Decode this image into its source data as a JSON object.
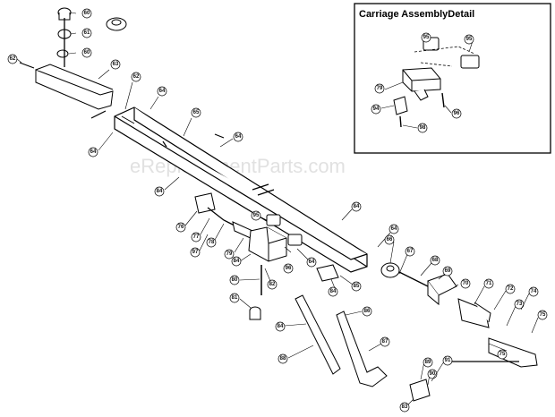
{
  "detail_box": {
    "title": "Carriage AssemblyDetail"
  },
  "watermark": "eReplacementParts.com",
  "callouts": [
    "60",
    "61",
    "60",
    "62",
    "63",
    "62",
    "64",
    "65",
    "64",
    "64",
    "84",
    "84",
    "64",
    "64",
    "76",
    "77",
    "78",
    "79",
    "97",
    "95",
    "96",
    "84",
    "80",
    "81",
    "82",
    "79",
    "94",
    "98",
    "96",
    "95",
    "95",
    "67",
    "68",
    "66",
    "69",
    "70",
    "71",
    "72",
    "73",
    "74",
    "75",
    "75",
    "84",
    "85",
    "86",
    "87",
    "84",
    "88",
    "89",
    "90",
    "91",
    "83"
  ]
}
